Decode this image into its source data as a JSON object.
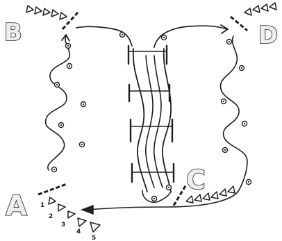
{
  "stations": {
    "a": "A",
    "b": "B",
    "c": "C",
    "d": "D"
  },
  "cone_numbers": [
    "1",
    "2",
    "3",
    "4",
    "5"
  ],
  "colors": {
    "ink": "#1e1e1e",
    "letter_fill": "#eeeeee",
    "background": "#ffffff"
  }
}
